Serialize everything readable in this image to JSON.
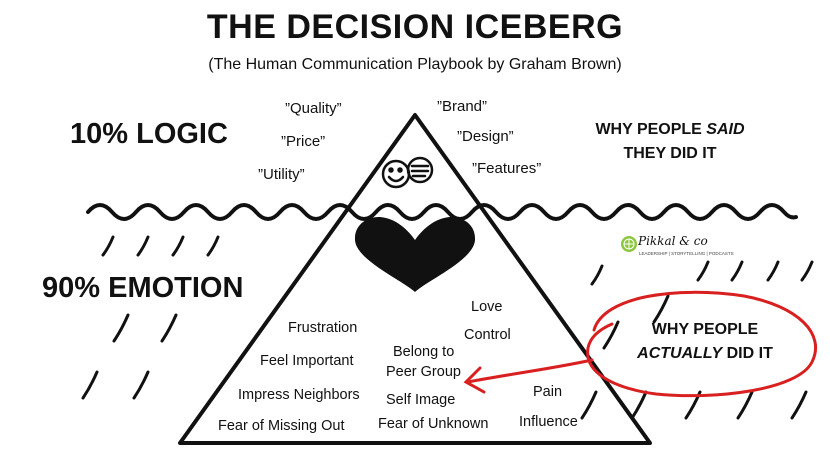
{
  "header": {
    "title": "THE DECISION ICEBERG",
    "subtitle": "(The Human Communication Playbook by Graham Brown)"
  },
  "left_labels": {
    "logic": "10% LOGIC",
    "emotion": "90% EMOTION"
  },
  "right_labels": {
    "said_line1_a": "WHY PEOPLE ",
    "said_line1_b": "SAID",
    "said_line2": "THEY DID IT",
    "actually_line1": "WHY PEOPLE",
    "actually_line2_a": "ACTUALLY",
    "actually_line2_b": " DID IT"
  },
  "logic_words": {
    "quality": "”Quality”",
    "price": "”Price”",
    "utility": "”Utility”",
    "brand": "”Brand”",
    "design": "”Design”",
    "features": "”Features”"
  },
  "emotion_words": {
    "love": "Love",
    "control": "Control",
    "frustration": "Frustration",
    "feel_important": "Feel Important",
    "belong_line1": "Belong to",
    "belong_line2": "Peer Group",
    "pain": "Pain",
    "impress_neighbors": "Impress Neighbors",
    "self_image": "Self Image",
    "influence": "Influence",
    "fear_missing_out": "Fear of Missing Out",
    "fear_unknown": "Fear of Unknown"
  },
  "logo": {
    "name": "Pikkal & co",
    "tagline": "LEADERSHIP | STORYTELLING | PODCASTS"
  },
  "colors": {
    "ink": "#111111",
    "accent_red": "#d92020",
    "logo_green": "#8cc63f"
  },
  "icons": [
    "speech-faces-icon",
    "heart-icon",
    "logo-lime-icon"
  ]
}
